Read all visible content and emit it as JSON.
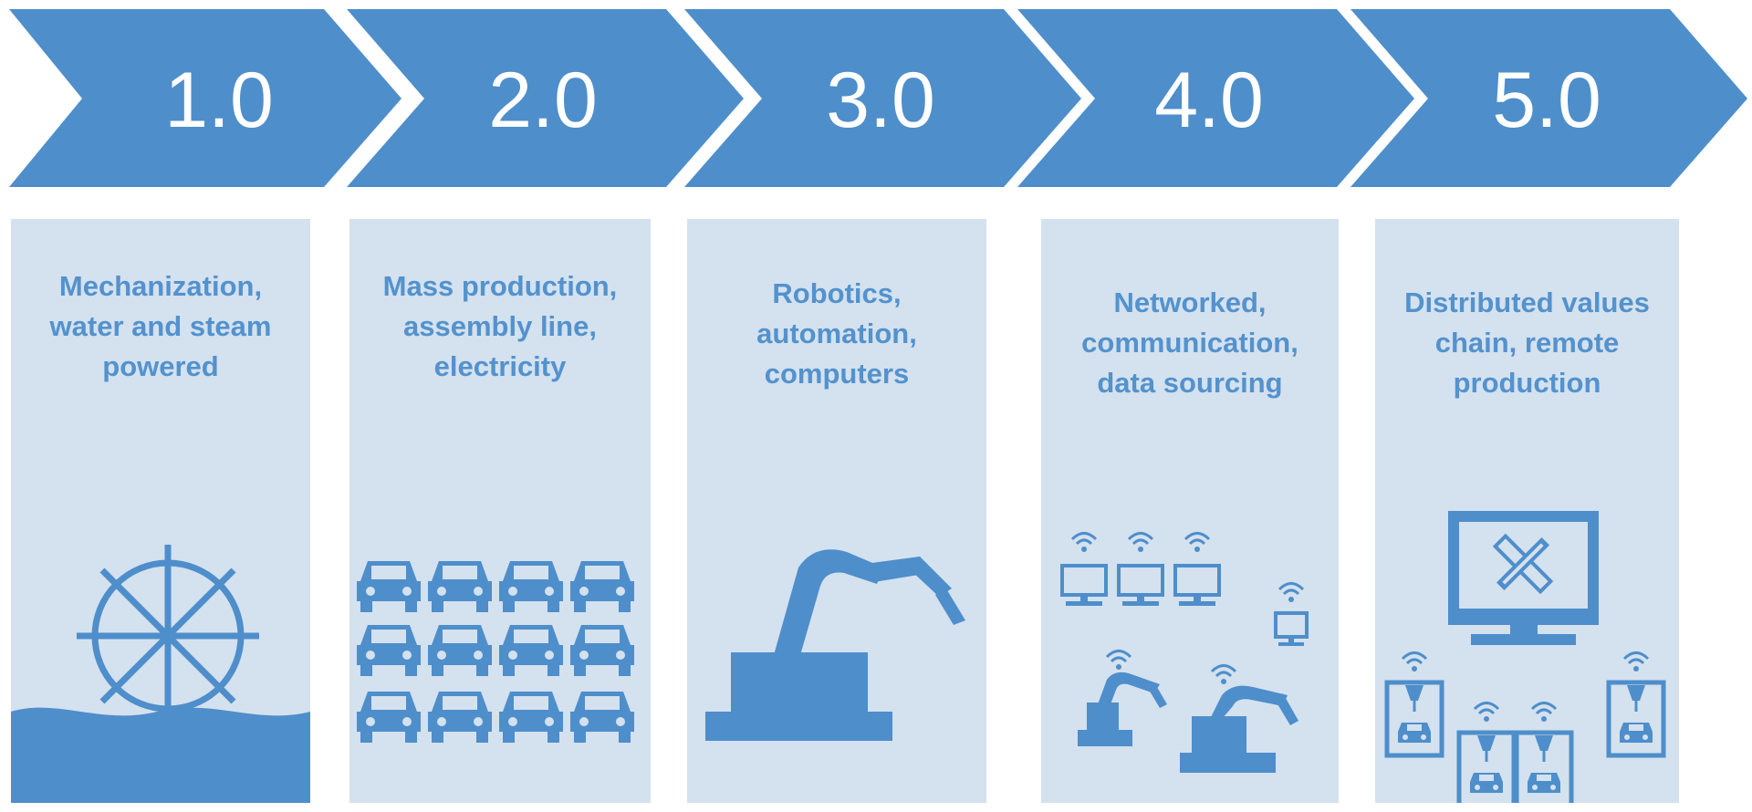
{
  "stages": [
    {
      "number": "1.0",
      "description": "Mechanization, water and steam powered",
      "icon": "water-wheel-icon"
    },
    {
      "number": "2.0",
      "description": "Mass production, assembly line, electricity",
      "icon": "cars-grid-icon"
    },
    {
      "number": "3.0",
      "description": "Robotics, automation, computers",
      "icon": "robot-arm-icon"
    },
    {
      "number": "4.0",
      "description": "Networked, communication, data sourcing",
      "icon": "networked-devices-icon"
    },
    {
      "number": "5.0",
      "description": "Distributed values chain, remote production",
      "icon": "remote-production-icon"
    }
  ],
  "colors": {
    "arrow": "#4e8ecb",
    "card_background": "#d4e1ee",
    "text": "#5392cd",
    "illustration": "#4e8ecb"
  }
}
